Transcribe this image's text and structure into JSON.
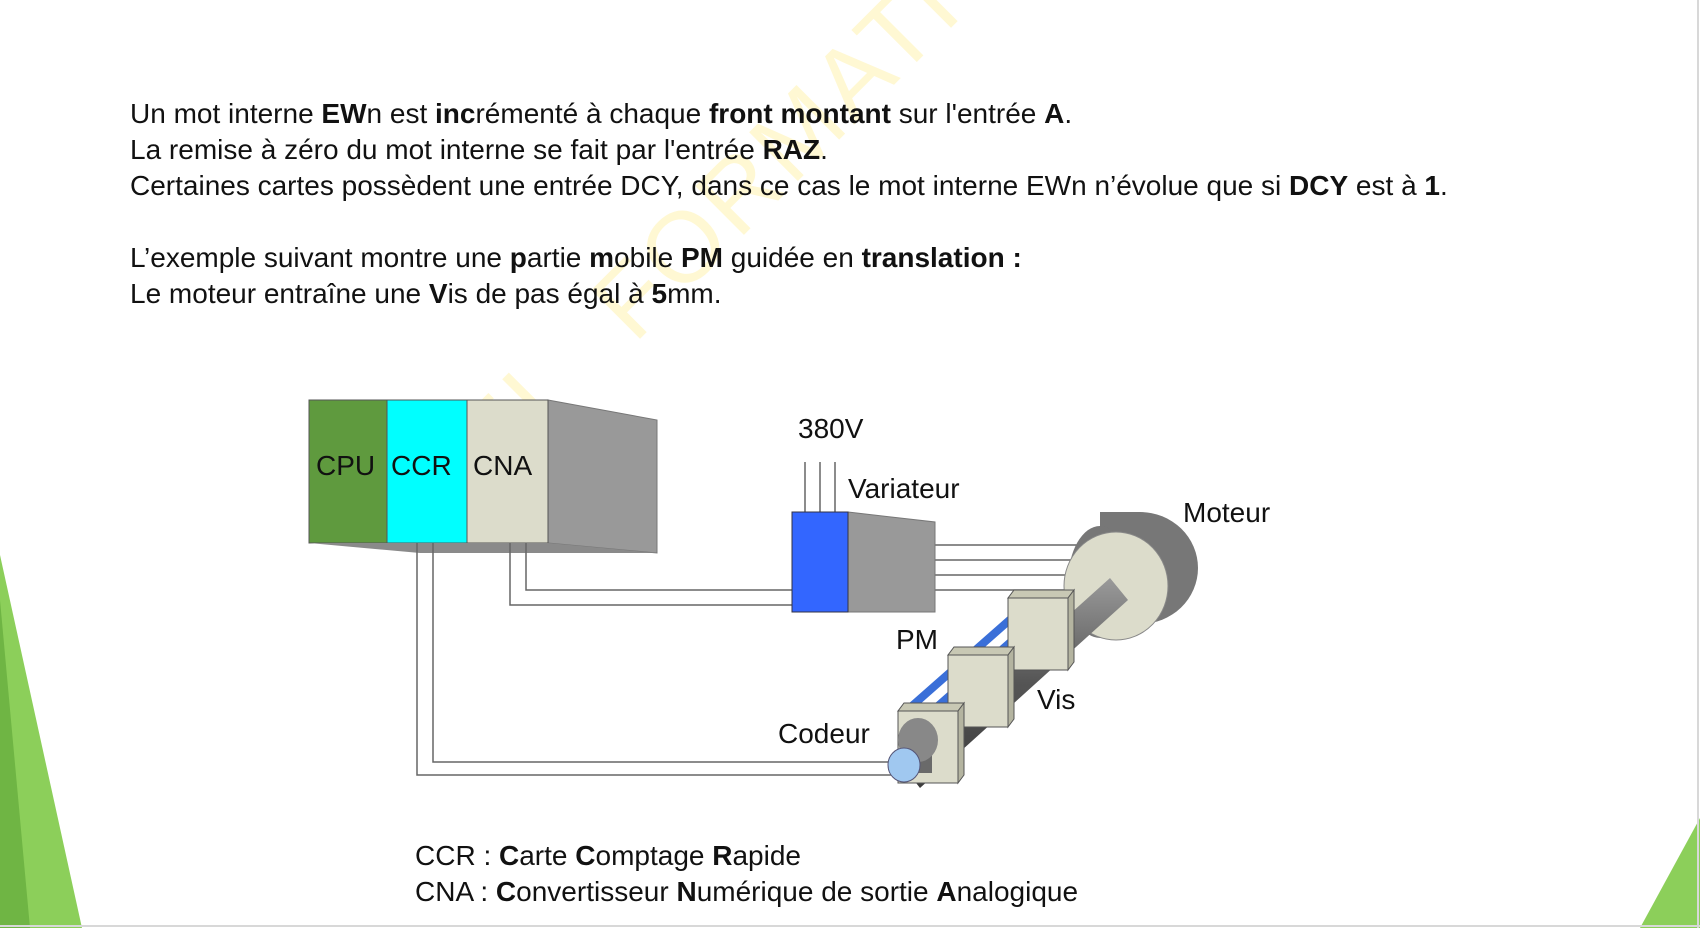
{
  "watermark": "AEI   FORMATION   OUEST",
  "paragraphs": [
    [
      {
        "t": "Un mot interne ",
        "b": false
      },
      {
        "t": "EW",
        "b": true
      },
      {
        "t": "n est ",
        "b": false
      },
      {
        "t": "inc",
        "b": true
      },
      {
        "t": "rémenté à chaque ",
        "b": false
      },
      {
        "t": "front montant",
        "b": true
      },
      {
        "t": " sur l'entrée ",
        "b": false
      },
      {
        "t": "A",
        "b": true
      },
      {
        "t": ".",
        "b": false
      }
    ],
    [
      {
        "t": "La remise à zéro du mot interne se fait par l'entrée ",
        "b": false
      },
      {
        "t": "RAZ",
        "b": true
      },
      {
        "t": ".",
        "b": false
      }
    ],
    [
      {
        "t": "Certaines cartes possèdent une entrée DCY, dans ce cas le mot interne EWn n’évolue que si ",
        "b": false
      },
      {
        "t": "DCY",
        "b": true
      },
      {
        "t": " est à ",
        "b": false
      },
      {
        "t": "1",
        "b": true
      },
      {
        "t": ".",
        "b": false
      }
    ],
    [
      {
        "t": "L’exemple suivant montre une ",
        "b": false
      },
      {
        "t": "p",
        "b": true
      },
      {
        "t": "artie ",
        "b": false
      },
      {
        "t": "m",
        "b": true
      },
      {
        "t": "obile ",
        "b": false
      },
      {
        "t": "PM",
        "b": true
      },
      {
        "t": " guidée en ",
        "b": false
      },
      {
        "t": "translation :",
        "b": true
      }
    ],
    [
      {
        "t": "Le moteur entraîne une ",
        "b": false
      },
      {
        "t": "V",
        "b": true
      },
      {
        "t": "is de pas égal à ",
        "b": false
      },
      {
        "t": "5",
        "b": true
      },
      {
        "t": "mm.",
        "b": false
      }
    ]
  ],
  "diagram": {
    "cpu_label": "CPU",
    "ccr_label": "CCR",
    "cna_label": "CNA",
    "voltage_label": "380V",
    "variateur_label": "Variateur",
    "moteur_label": "Moteur",
    "pm_label": "PM",
    "vis_label": "Vis",
    "codeur_label": "Codeur",
    "colors": {
      "cpu": "#5f9a3e",
      "ccr": "#00ffff",
      "cna": "#dcdccb",
      "variateur": "#3366ff",
      "guides": "#3a6fd8",
      "encoder": "#a0c8f0"
    }
  },
  "legend": [
    [
      {
        "t": "CCR : ",
        "b": false
      },
      {
        "t": "C",
        "b": true
      },
      {
        "t": "arte ",
        "b": false
      },
      {
        "t": "C",
        "b": true
      },
      {
        "t": "omptage ",
        "b": false
      },
      {
        "t": "R",
        "b": true
      },
      {
        "t": "apide",
        "b": false
      }
    ],
    [
      {
        "t": "CNA : ",
        "b": false
      },
      {
        "t": "C",
        "b": true
      },
      {
        "t": "onvertisseur ",
        "b": false
      },
      {
        "t": "N",
        "b": true
      },
      {
        "t": "umérique de sortie ",
        "b": false
      },
      {
        "t": "A",
        "b": true
      },
      {
        "t": "nalogique",
        "b": false
      }
    ]
  ]
}
